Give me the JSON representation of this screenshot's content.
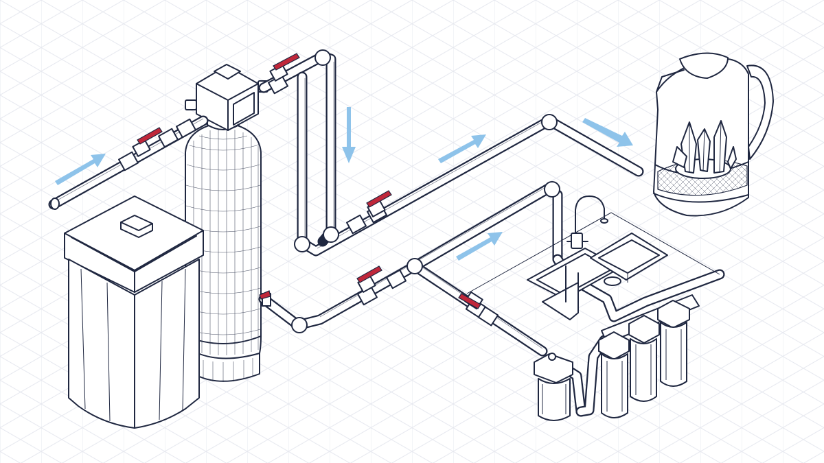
{
  "colors": {
    "background": "#ffffff",
    "grid": "#e6e8ef",
    "outline": "#1f2740",
    "valve_handle": "#c0273a",
    "flow_arrow": "#8ec3ea"
  },
  "components": [
    {
      "name": "brine-tank",
      "icon": "brine-tank-icon"
    },
    {
      "name": "softener-tank",
      "icon": "pressure-tank-icon"
    },
    {
      "name": "control-head",
      "icon": "control-valve-icon"
    },
    {
      "name": "kitchen-sink",
      "icon": "sink-icon"
    },
    {
      "name": "faucet",
      "icon": "faucet-icon"
    },
    {
      "name": "sediment-filter",
      "icon": "filter-housing-icon"
    },
    {
      "name": "under-sink-filters",
      "icon": "filter-housing-icon"
    },
    {
      "name": "electric-kettle",
      "icon": "kettle-icon"
    }
  ],
  "valves": 6,
  "flow_arrows": 5
}
